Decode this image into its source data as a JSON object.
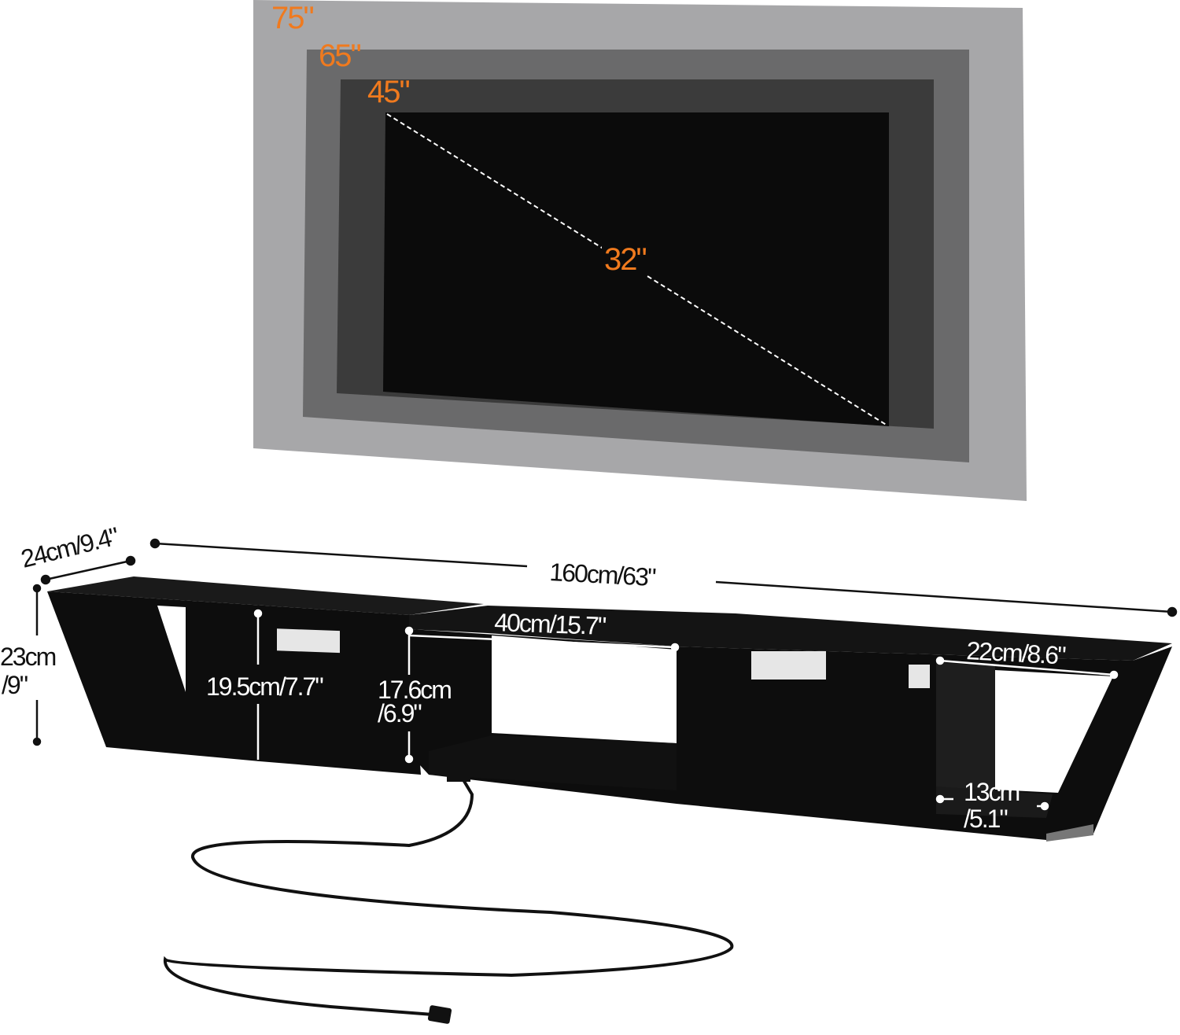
{
  "tv_sizes": {
    "size_75": "75\"",
    "size_65": "65\"",
    "size_45": "45\"",
    "size_32": "32\""
  },
  "dimensions": {
    "depth": "24cm/9.4\"",
    "length": "160cm/63\"",
    "height_cm": "23cm",
    "height_in": "/9\"",
    "inner_height_left": "19.5cm/7.7\"",
    "inner_height_mid_cm": "17.6cm",
    "inner_height_mid_in": "/6.9\"",
    "mid_width": "40cm/15.7\"",
    "right_width": "22cm/8.6\"",
    "right_bottom_cm": "13cm",
    "right_bottom_in": "/5.1\""
  },
  "colors": {
    "label_accent": "#f07a1e",
    "tv_75": "#a7a7a9",
    "tv_65": "#6a6a6b",
    "tv_45": "#3b3b3b",
    "tv_32": "#0b0b0b",
    "furniture": "#0d0d0d"
  }
}
